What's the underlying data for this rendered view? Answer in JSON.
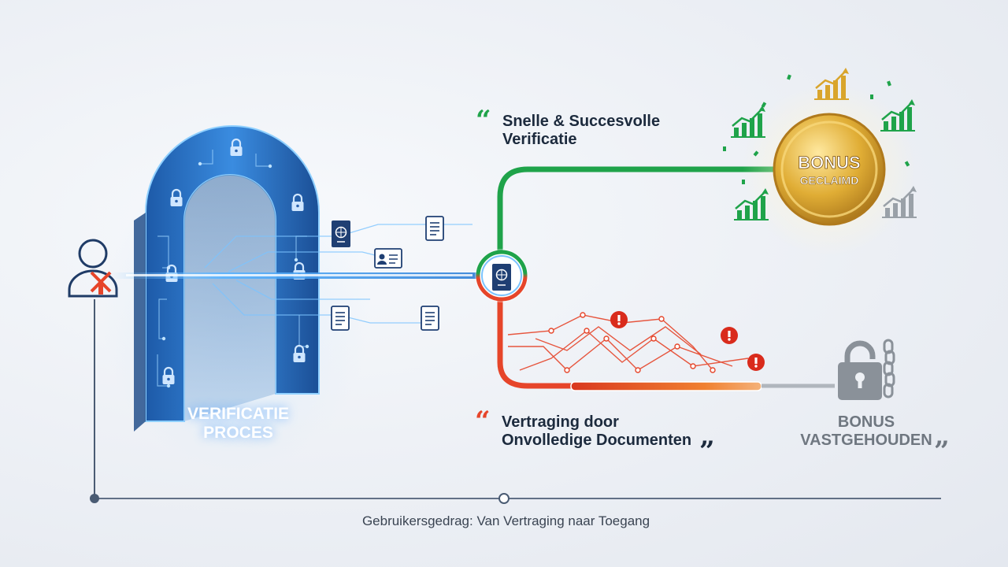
{
  "labels": {
    "gate_line1": "VERIFICATIE",
    "gate_line2": "PROCES",
    "success_line1": "Snelle & Succesvolle",
    "success_line2": "Verificatie",
    "delay_line1": "Vertraging door",
    "delay_line2": "Onvolledige Documenten",
    "coin_line1": "BONUS",
    "coin_line2": "GECLAIMD",
    "held_line1": "BONUS",
    "held_line2": "VASTGEHOUDEN",
    "caption": "Gebruikersgedrag: Van Vertraging naar Toegang",
    "open_quote": "“",
    "close_quote": "”"
  },
  "colors": {
    "success": "#1fa34a",
    "delay": "#e6452a",
    "gate": "#2f7fd6",
    "coin": "#d9a52c",
    "held": "#8a9199",
    "timeline": "#4a5b73"
  },
  "icons": [
    "user-icon",
    "windmill-icon",
    "lock-icon",
    "passport-icon",
    "id-card-icon",
    "document-icon",
    "chart-up-icon",
    "alert-icon",
    "chain-icon"
  ]
}
